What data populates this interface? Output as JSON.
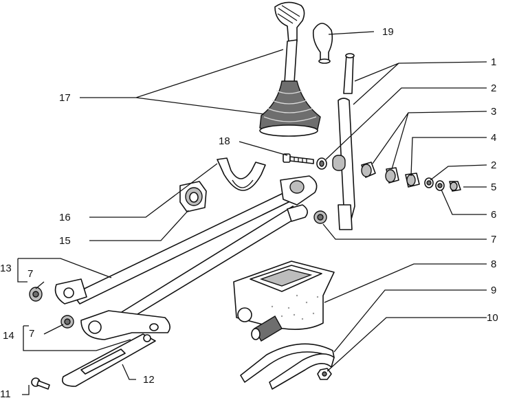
{
  "labels": {
    "p1": "1",
    "p2a": "2",
    "p2b": "2",
    "p3": "3",
    "p4": "4",
    "p5": "5",
    "p6": "6",
    "p7a": "7",
    "p7b": "7",
    "p7c": "7",
    "p8": "8",
    "p9": "9",
    "p10": "10",
    "p11": "11",
    "p12": "12",
    "p13": "13",
    "p14": "14",
    "p15": "15",
    "p16": "16",
    "p17": "17",
    "p18": "18",
    "p19": "19"
  },
  "colors": {
    "ink": "#111111",
    "paper": "#ffffff",
    "shade": "#6e6e6e"
  }
}
